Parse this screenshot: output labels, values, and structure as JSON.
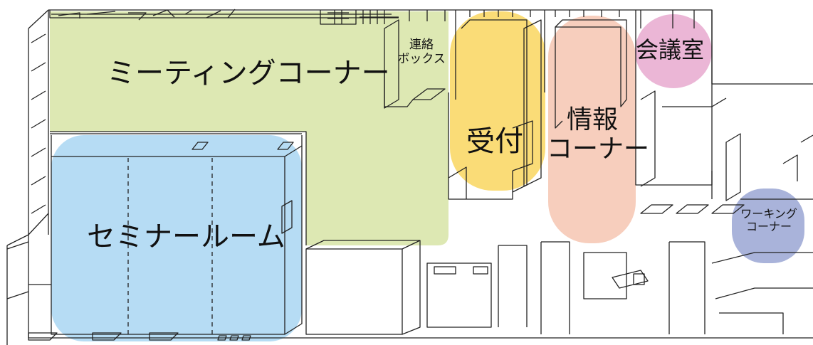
{
  "map": {
    "zones": [
      {
        "id": "meeting",
        "label_lines": [
          "ミーティングコーナー"
        ],
        "color": "#d7e4a6"
      },
      {
        "id": "seminar",
        "label_lines": [
          "セミナールーム"
        ],
        "color": "#a9d6f2"
      },
      {
        "id": "reception",
        "label_lines": [
          "受付"
        ],
        "color": "#f9d65f"
      },
      {
        "id": "info",
        "label_lines": [
          "情報",
          "コーナー"
        ],
        "color": "#f6c5b2"
      },
      {
        "id": "conference",
        "label_lines": [
          "会議室"
        ],
        "color": "#e7a9cf"
      },
      {
        "id": "working",
        "label_lines": [
          "ワーキング",
          "コーナー"
        ],
        "color": "#9aa6d4"
      }
    ],
    "small_labels": [
      {
        "id": "contact-box",
        "label_lines": [
          "連絡",
          "ボックス"
        ]
      }
    ]
  }
}
